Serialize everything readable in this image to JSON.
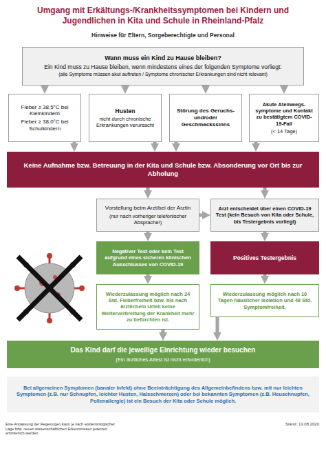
{
  "diagram": {
    "title": "Umgang mit Erkältungs-/Krankheitssymptomen bei Kindern und Jugendlichen in Kita und Schule in Rheinland-Pfalz",
    "nodes": [
      {
        "text": [
          "Wann muss ein Kind zu Hause bleiben?",
          "Ein Kind muss zu Hause bleiben, wenn mindestens eines der folgenden Symptome vorliegt:",
          "(alle Symptome müssen akut auftreten / Symptome chronischer Erkrankungen sind nicht relevant)"
        ]
      },
      {
        "text": [
          "Fieber ≥ 38,5°C bei Kleinkindern",
          "Fieber ≥ 38,0°C bei Schulkindern"
        ]
      },
      {
        "text": [
          "Husten",
          "nicht durch chronische Erkrankungen verursacht"
        ]
      },
      {
        "text": [
          "Störung des Geruchs- und/oder Geschmackssinns"
        ]
      },
      {
        "text": [
          "Akute Atemwegs-symptome und Kontakt zu bestätigtem COVID-19-Fall",
          "(< 14 Tage)"
        ]
      },
      {
        "text": [
          "Keine Aufnahme bzw. Betreuung in der Kita und Schule bzw. Absonderung vor Ort bis zur Abholung"
        ]
      },
      {
        "text": [
          "Vorstellung beim Arzt/bei der Ärztin",
          "(nur nach vorheriger telefonischer Absprache!)"
        ]
      },
      {
        "text": [
          "Arzt entscheidet über einen COVID-19 Test (kein Besuch von Kita oder Schule, bis Testergebnis vorliegt)"
        ]
      },
      {
        "text": [
          "Negativer Test oder kein Test aufgrund eines sicheren klinischen Ausschlusses von COVID-19"
        ]
      },
      {
        "text": [
          "Positives Testergebnis"
        ]
      },
      {
        "text": [
          "Wiederzulassung möglich nach 24 Std. Fieberfreiheit bzw. bis nach ärztlichem Urteil keine Weiterverbreitung der Krankheit mehr zu befürchten ist."
        ]
      },
      {
        "text": [
          "Wiederzulassung möglich nach 10 Tagen häuslicher Isolation und 48 Std. Symptomfreiheit."
        ]
      },
      {
        "text": [
          "Das Kind darf die jeweilige Einrichtung wieder besuchen",
          "(Ein ärztliches Attest ist nicht erforderlich)"
        ]
      },
      {
        "text": [
          "Bei allgemeinen Symptomen (banaler Infekt) ohne Beeinträchtigung des Allgemeinbefindens bzw. mit nur leichten Symptomen (z.B. nur Schnupfen, leichter Husten, Halsschmerzen) oder bei bekannten Symptomen (z.B. Heuschnupfen, Pollenallergie) ist ein Besuch der Kita oder Schule möglich."
        ]
      }
    ],
    "edges": [
      {
        "from": 0,
        "to": 1,
        "arrow": "to"
      },
      {
        "from": 0,
        "to": 2,
        "arrow": "to"
      },
      {
        "from": 0,
        "to": 3,
        "arrow": "to"
      },
      {
        "from": 0,
        "to": 4,
        "arrow": "to"
      },
      {
        "from": 1,
        "to": 5,
        "arrow": "to"
      },
      {
        "from": 2,
        "to": 5,
        "arrow": "to"
      },
      {
        "from": 3,
        "to": 5,
        "arrow": "to"
      },
      {
        "from": 4,
        "to": 5,
        "arrow": "to"
      },
      {
        "from": 5,
        "to": 6,
        "arrow": "to"
      },
      {
        "from": 5,
        "to": 7,
        "arrow": "to"
      },
      {
        "from": 6,
        "to": 7,
        "arrow": "to"
      },
      {
        "from": 6,
        "to": 8,
        "arrow": "to"
      },
      {
        "from": 7,
        "to": 9,
        "arrow": "to"
      },
      {
        "from": 8,
        "to": 10,
        "arrow": "to"
      },
      {
        "from": 9,
        "to": 11,
        "arrow": "to"
      },
      {
        "from": 10,
        "to": 12,
        "arrow": "to"
      },
      {
        "from": 11,
        "to": 12,
        "arrow": "to"
      }
    ],
    "labels": [
      "Hinweise für Eltern, Sorgeberechtigte und Personal",
      "Eine Anpassung der Regelungen kann je nach epidemiologischer Lage bzw. neuen wissenschaftlichen Erkenntnissen jederzeit erforderlich werden.",
      "Stand: 13.08.2020"
    ]
  }
}
